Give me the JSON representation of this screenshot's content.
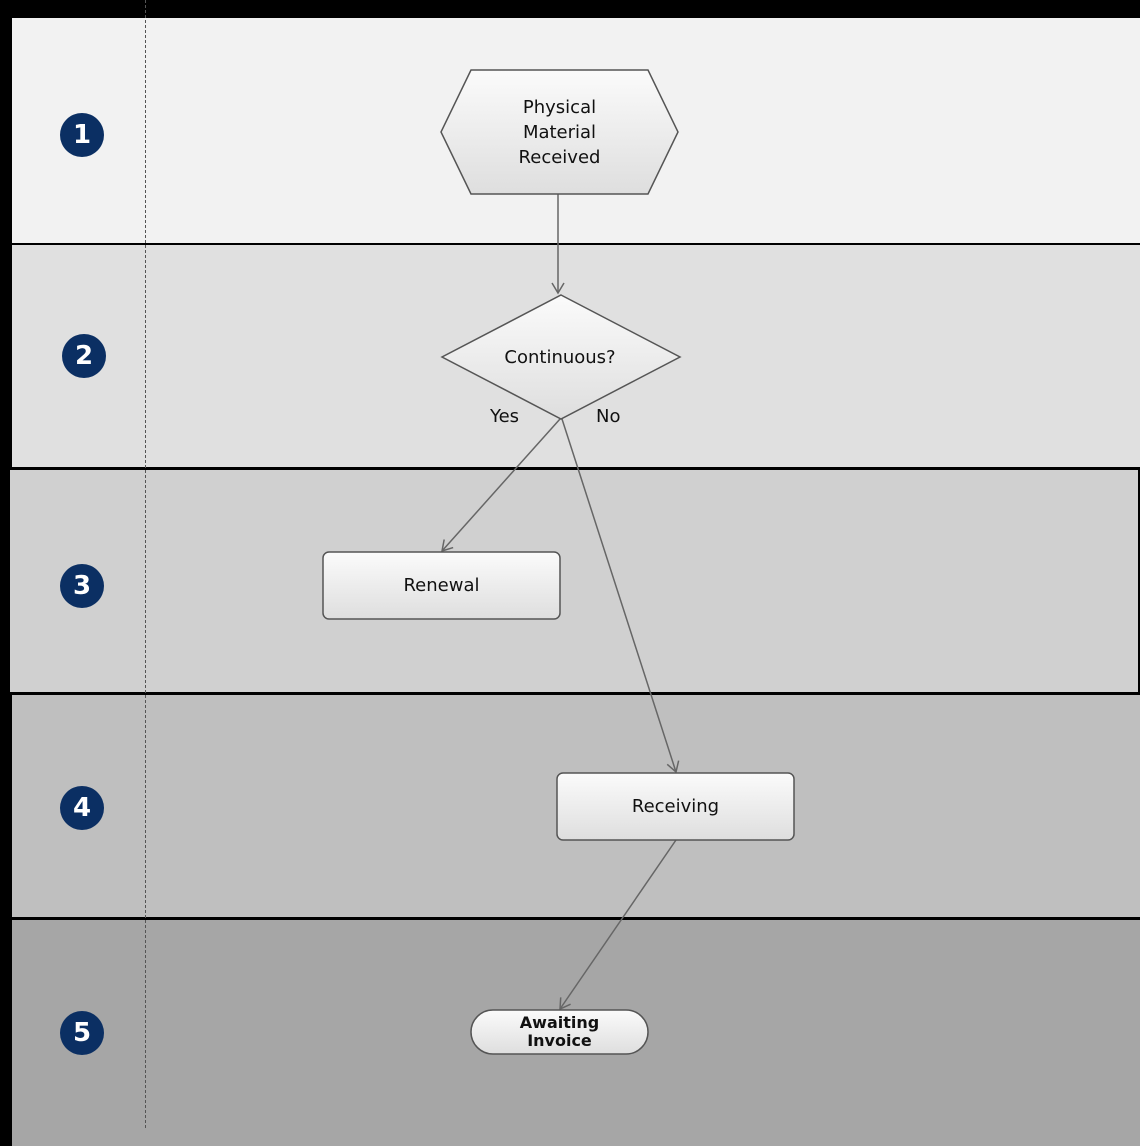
{
  "lanes": [
    {
      "number": "1",
      "bg": "#f2f2f2"
    },
    {
      "number": "2",
      "bg": "#e0e0e0"
    },
    {
      "number": "3",
      "bg": "#d0d0d0"
    },
    {
      "number": "4",
      "bg": "#bfbfbf"
    },
    {
      "number": "5",
      "bg": "#a6a6a6"
    }
  ],
  "badge_color": "#0b2f63",
  "nodes": {
    "start": "Physical\nMaterial\nReceived",
    "decision": "Continuous?",
    "renewal": "Renewal",
    "receiving": "Receiving",
    "end": "Awaiting\nInvoice"
  },
  "edges": {
    "yes_label": "Yes",
    "no_label": "No"
  }
}
